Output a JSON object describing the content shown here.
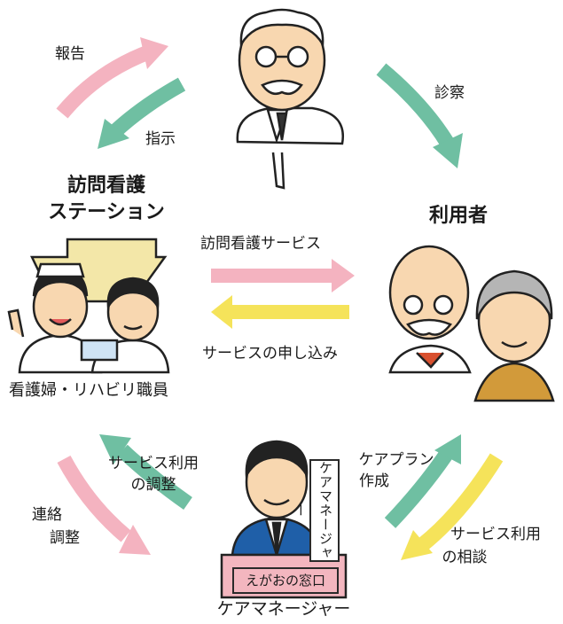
{
  "nodes": {
    "station_title_line1": "訪問看護",
    "station_title_line2": "ステーション",
    "station_staff": "看護婦・リハビリ職員",
    "user_title": "利用者",
    "care_manager": "ケアマネージャー",
    "care_sign": "ケアマネージャー",
    "desk_sign": "えがおの窓口"
  },
  "edges": {
    "report": "報告",
    "instruction": "指示",
    "examination": "診察",
    "nursing_service": "訪問看護サービス",
    "service_application": "サービスの申し込み",
    "service_adjust_line1": "サービス利用",
    "service_adjust_line2": "の調整",
    "contact_line1": "連絡",
    "contact_line2": "調整",
    "careplan_line1": "ケアプラン",
    "careplan_line2": "作成",
    "consult_line1": "サービス利用",
    "consult_line2": "の相談"
  },
  "colors": {
    "pink": "#f4b3c0",
    "teal": "#6fbfa2",
    "yellow": "#f5e35a",
    "skin": "#f8d7b0",
    "blue": "#1f5fa8",
    "cap": "#f3e7a8"
  }
}
